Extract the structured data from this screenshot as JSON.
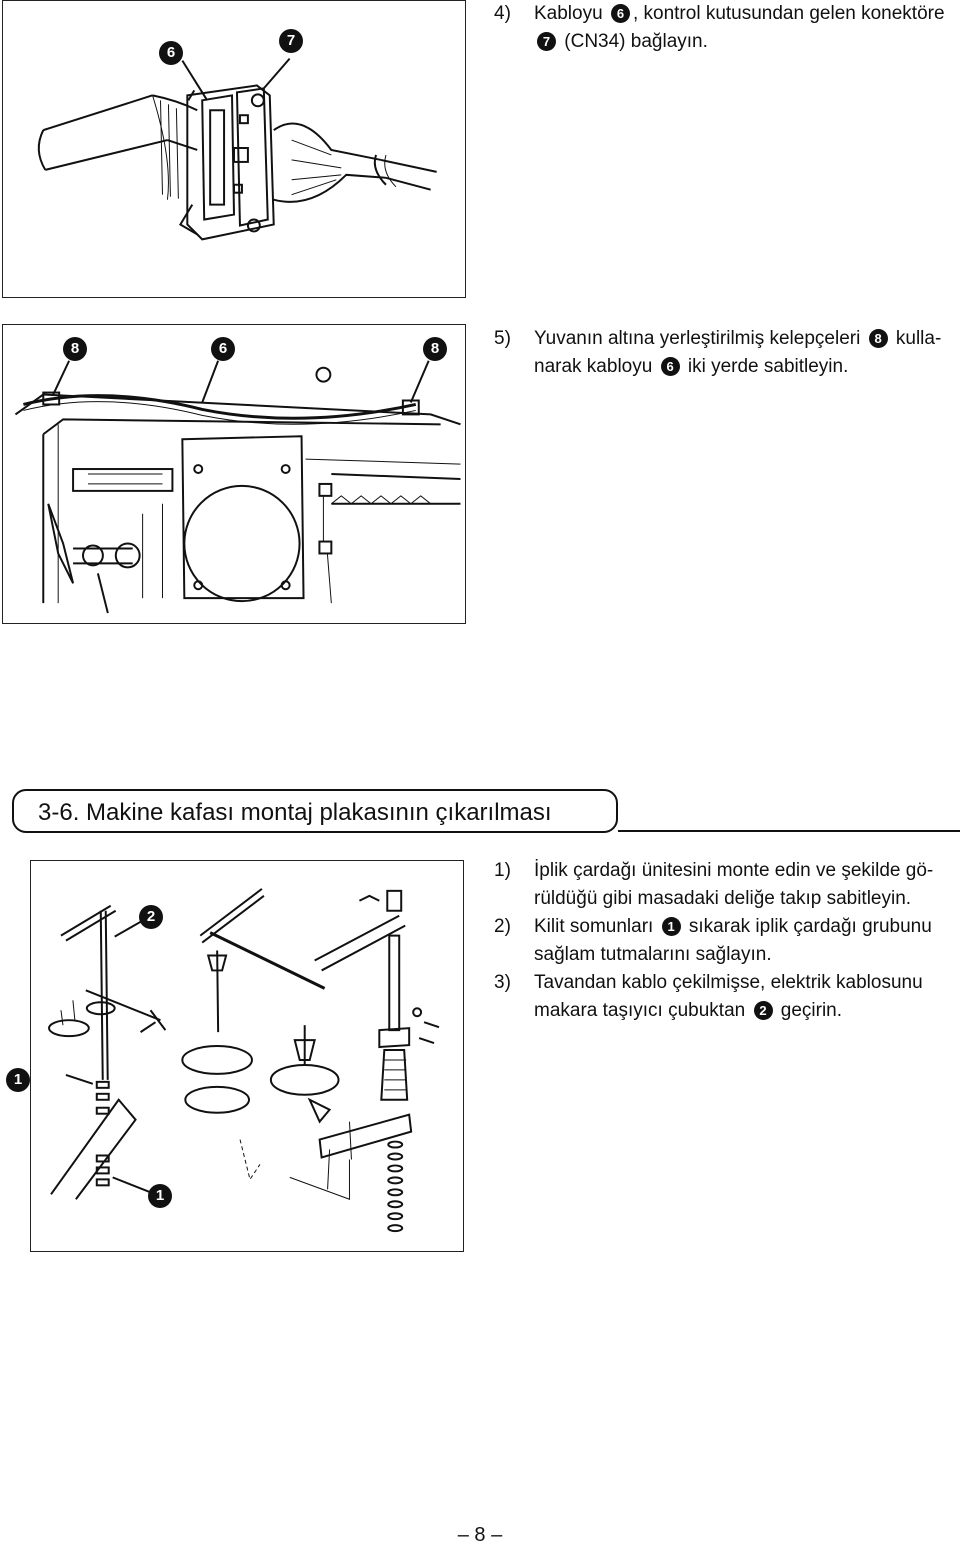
{
  "steps_top": [
    {
      "number": "4)",
      "line1_before": "Kabloyu",
      "line1_badge": "6",
      "line1_after": ", kontrol kutusundan gelen konektöre",
      "line2_badge": "7",
      "line2_after": "(CN34) bağlayın."
    },
    {
      "number": "5)",
      "line1_before": "Yuvanın altına yerleştirilmiş kelepçeleri",
      "line1_badge": "8",
      "line1_after": "kulla-",
      "line2_before": "narak kabloyu",
      "line2_badge": "6",
      "line2_after": "iki yerde sabitleyin."
    }
  ],
  "figure1": {
    "callouts": [
      "6",
      "7"
    ]
  },
  "figure2": {
    "callouts": [
      "8",
      "6",
      "8"
    ]
  },
  "section": {
    "title": "3-6.  Makine kafası montaj plakasının çıkarılması"
  },
  "steps_bottom": [
    {
      "number": "1)",
      "line1": "İplik çardağı ünitesini monte edin ve şekilde gö-",
      "line2": "rüldüğü gibi masadaki deliğe takıp sabitleyin."
    },
    {
      "number": "2)",
      "line1_before": "Kilit somunları",
      "line1_badge": "1",
      "line1_after": "sıkarak iplik çardağı grubunu",
      "line2": "sağlam tutmalarını sağlayın."
    },
    {
      "number": "3)",
      "line1": "Tavandan kablo çekilmişse, elektrik kablosunu",
      "line2_before": "makara taşıyıcı çubuktan",
      "line2_badge": "2",
      "line2_after": "geçirin."
    }
  ],
  "figure3": {
    "callouts": [
      "2",
      "1",
      "1"
    ]
  },
  "page_number": "– 8 –"
}
